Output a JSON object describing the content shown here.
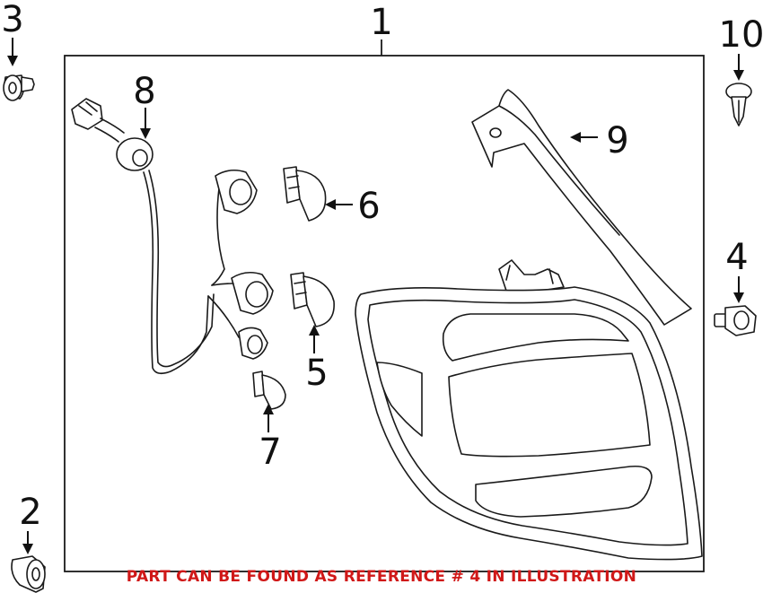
{
  "callouts": {
    "c1": "1",
    "c2": "2",
    "c3": "3",
    "c4": "4",
    "c5": "5",
    "c6": "6",
    "c7": "7",
    "c8": "8",
    "c9": "9",
    "c10": "10"
  },
  "footer": {
    "note": "PART CAN BE FOUND AS REFERENCE # 4 IN ILLUSTRATION"
  },
  "colors": {
    "line": "#1a1a1a",
    "note": "#d01818",
    "background": "#ffffff"
  }
}
